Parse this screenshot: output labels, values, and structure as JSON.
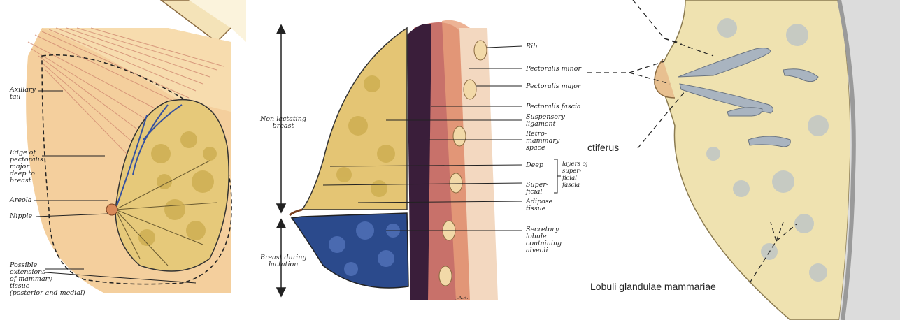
{
  "panel_left": {
    "labels": {
      "axillary_tail": "Axillary\ntail",
      "edge_pectoralis": "Edge of\npectoralis\nmajor\ndeep to\nbreast",
      "areola": "Areola",
      "nipple": "Nipple",
      "extensions": "Possible\nextensions\nof mammary\ntissue\n(posterior and medial)"
    }
  },
  "panel_middle": {
    "arrow_labels": {
      "non_lactating": "Non-lactating\nbreast",
      "lactation": "Breast during\nlactation"
    },
    "labels": {
      "rib": "Rib",
      "pectoralis_minor": "Pectoralis minor",
      "pectoralis_major": "Pectoralis major",
      "pectoralis_fascia": "Pectoralis fascia",
      "suspensory": "Suspensory\nligament",
      "retro": "Retro-\nmammary\nspace",
      "deep": "Deep",
      "superficial": "Super-\nficial",
      "layers": "layers of\nsuper-\nficial\nfascia",
      "adipose": "Adipose\ntissue",
      "secretory": "Secretory\nlobule\ncontaining\nalveoli",
      "signature": "J.A.H."
    }
  },
  "panel_right": {
    "labels": {
      "ductus": "ctiferus",
      "lobuli": "Lobuli glandulae mammariae"
    }
  },
  "colors": {
    "skin": "#f2c48c",
    "gland": "#d9c06a",
    "lobule_blue": "#2b4a8c",
    "muscle": "#c8716a",
    "tissue_right": "#efe2b0"
  }
}
